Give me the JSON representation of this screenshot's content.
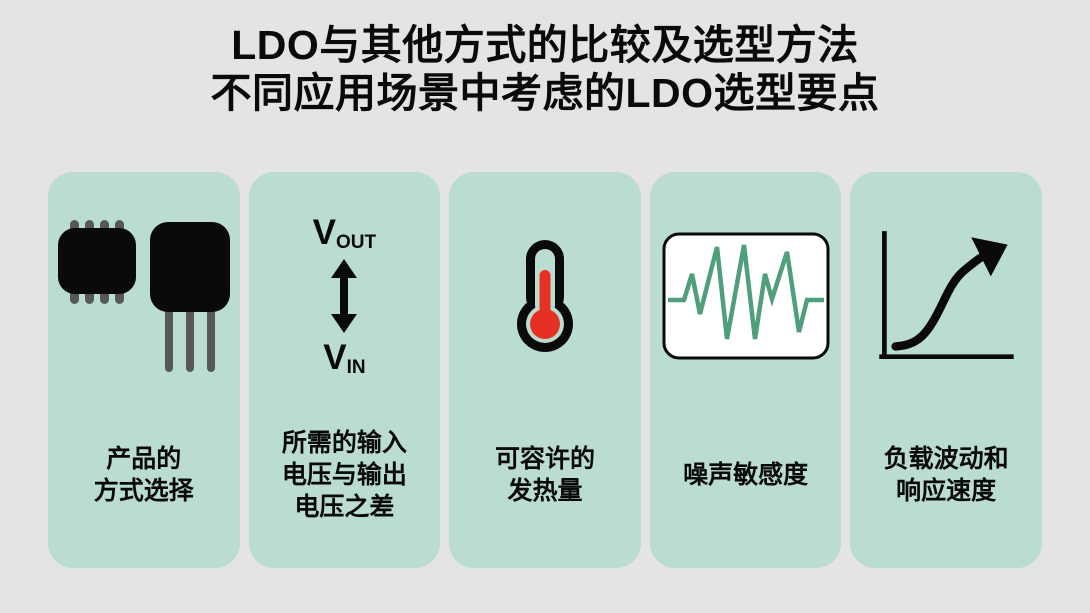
{
  "title": {
    "line1": "LDO与其他方式的比较及选型方法",
    "line2": "不同应用场景中考虑的LDO选型要点"
  },
  "colors": {
    "page_bg": "#e4e4e3",
    "card_bg": "#badcd1",
    "ink": "#0a0a0a",
    "pin_gray": "#57575a",
    "thermo_red": "#e53123",
    "wave_green": "#4f9f7c",
    "wave_box_bg": "#ffffff"
  },
  "cards": [
    {
      "id": "product-package",
      "icon": "chip-packages-icon",
      "label_lines": [
        "产品的",
        "方式选择"
      ]
    },
    {
      "id": "voltage-difference",
      "icon": "vout-vin-arrow-icon",
      "icon_text": {
        "v": "V",
        "out_sub": "OUT",
        "in_sub": "IN"
      },
      "label_lines": [
        "所需的输入",
        "电压与输出",
        "电压之差"
      ]
    },
    {
      "id": "allowable-heat",
      "icon": "thermometer-icon",
      "label_lines": [
        "可容许的",
        "发热量"
      ]
    },
    {
      "id": "noise-sensitivity",
      "icon": "noise-waveform-icon",
      "label_lines": [
        "噪声敏感度"
      ]
    },
    {
      "id": "load-response",
      "icon": "response-curve-icon",
      "label_lines": [
        "负载波动和",
        "响应速度"
      ]
    }
  ]
}
